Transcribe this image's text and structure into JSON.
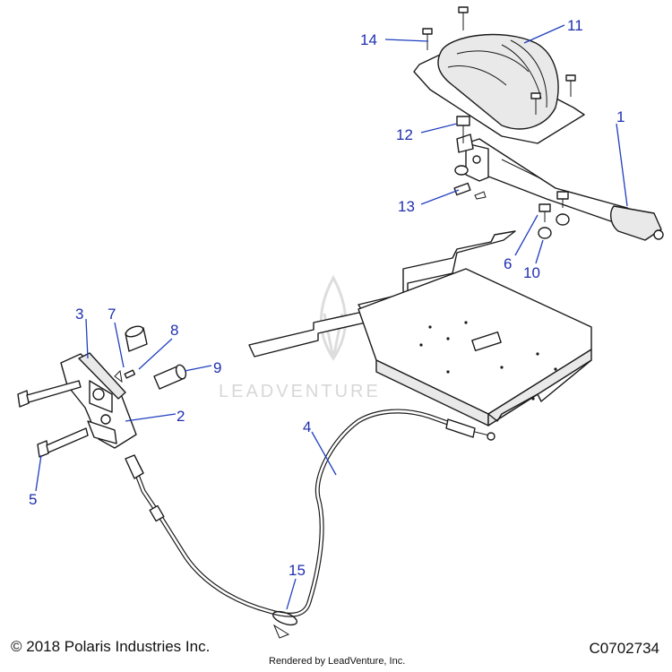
{
  "watermark": "LEADVENTURE",
  "footer": {
    "copyright": "© 2018 Polaris Industries Inc.",
    "figure_id": "C0702734",
    "rendered_by": "Rendered by LeadVenture, Inc."
  },
  "callouts": [
    {
      "id": "1",
      "label": "1"
    },
    {
      "id": "2",
      "label": "2"
    },
    {
      "id": "3",
      "label": "3"
    },
    {
      "id": "4",
      "label": "4"
    },
    {
      "id": "5",
      "label": "5"
    },
    {
      "id": "6",
      "label": "6"
    },
    {
      "id": "7",
      "label": "7"
    },
    {
      "id": "8",
      "label": "8"
    },
    {
      "id": "9",
      "label": "9"
    },
    {
      "id": "10",
      "label": "10"
    },
    {
      "id": "11",
      "label": "11"
    },
    {
      "id": "12",
      "label": "12"
    },
    {
      "id": "13",
      "label": "13"
    },
    {
      "id": "14",
      "label": "14"
    },
    {
      "id": "15",
      "label": "15"
    }
  ],
  "colors": {
    "callout": "#1f2fb0",
    "line": "#1a1a1a",
    "watermark": "#d7d7d7"
  }
}
